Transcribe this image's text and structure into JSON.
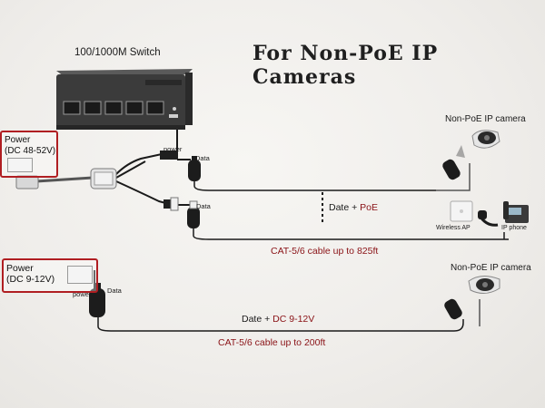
{
  "title": "For Non-PoE IP Cameras",
  "switch": {
    "label": "100/1000M Switch"
  },
  "upper_section": {
    "power_box": {
      "line1": "Power",
      "line2": "(DC 48-52V)"
    },
    "splitter_power_label": "power",
    "splitter_data_label": "Data",
    "injector_data_label": "Data",
    "camera_label": "Non-PoE IP camera",
    "line_label_plain": "Date + ",
    "line_label_accent": "PoE",
    "ap_label": "Wireless AP",
    "phone_label": "IP phone",
    "cable_label": "CAT-5/6 cable up to 825ft"
  },
  "lower_section": {
    "power_box": {
      "line1": "Power",
      "line2": "(DC 9-12V)"
    },
    "power_label": "power",
    "data_label": "Data",
    "camera_label": "Non-PoE IP camera",
    "line_label_plain": "Date + ",
    "line_label_accent": "DC 9-12V",
    "cable_label": "CAT-5/6 cable up to 200ft"
  },
  "colors": {
    "accent": "#b01e22",
    "cable": "#1a1a1a",
    "switch_body": "#3d3d3d"
  }
}
